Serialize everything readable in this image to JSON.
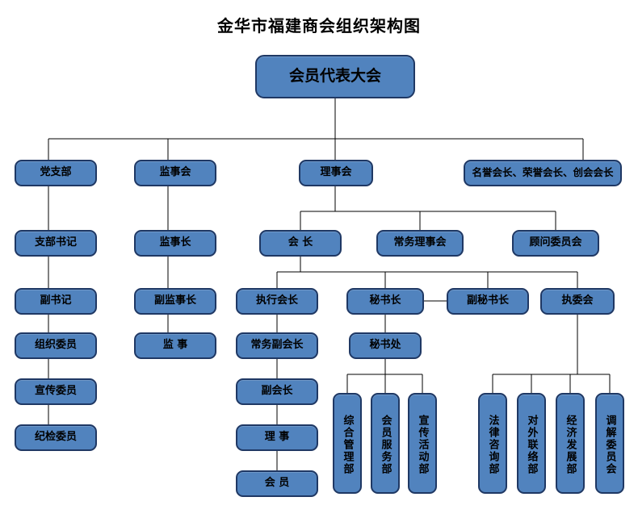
{
  "title": "金华市福建商会组织架构图",
  "theme": {
    "node_fill": "#5183BE",
    "node_border": "#1F3864",
    "connector": "#000000",
    "background": "#FFFFFF",
    "text": "#000000"
  },
  "nodes": {
    "assembly": "会员代表大会",
    "party_branch": "党支部",
    "supervisory_board": "监事会",
    "council": "理事会",
    "honorary": "名誉会长、荣誉会长、创会会长",
    "party": {
      "secretary": "支部书记",
      "deputy_secretary": "副书记",
      "organization_member": "组织委员",
      "publicity_member": "宣传委员",
      "discipline_member": "纪检委员"
    },
    "supervisors": {
      "chief": "监事长",
      "deputy_chief": "副监事长",
      "supervisor": "监  事"
    },
    "council_children": {
      "president": "会  长",
      "standing_council": "常务理事会",
      "advisory_committee": "顾问委员会"
    },
    "president_children": {
      "executive_president": "执行会长",
      "secretary_general": "秘书长",
      "deputy_secretary_general": "副秘书长",
      "executive_committee": "执委会"
    },
    "president_chain": {
      "standing_vice_president": "常务副会长",
      "vice_president": "副会长",
      "director": "理  事",
      "member": "会  员"
    },
    "secretariat": "秘书处",
    "secretariat_departments": [
      "综合管理部",
      "会员服务部",
      "宣传活动部"
    ],
    "executive_committee_departments": [
      "法律咨询部",
      "对外联络部",
      "经济发展部",
      "调解委员会"
    ]
  }
}
